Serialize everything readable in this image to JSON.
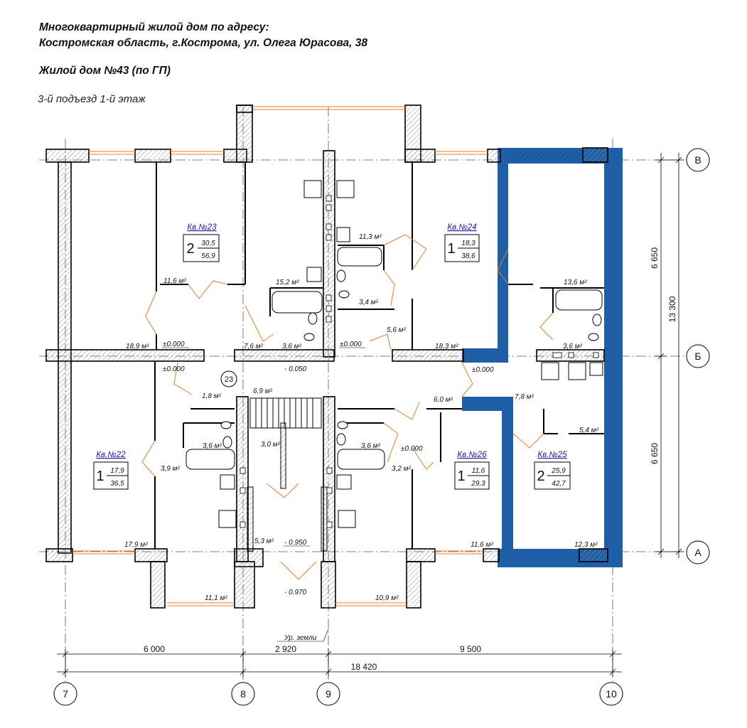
{
  "header": {
    "line1": "Многоквартирный жилой дом по адресу:",
    "line2": "Костромская область, г.Кострома, ул. Олега Юрасова, 38",
    "line3": "Жилой дом №43 (по ГП)",
    "floor": "3-й подъезд 1-й этаж"
  },
  "colors": {
    "highlight": "#1f5fa8",
    "wall_hatch": "#9a9a9a",
    "door": "#e87d2a",
    "apt_label": "#1a1aa6"
  },
  "apartments": [
    {
      "label": "Кв.№23",
      "rooms": "2",
      "living": "30,5",
      "total": "56,9"
    },
    {
      "label": "Кв.№24",
      "rooms": "1",
      "living": "18,3",
      "total": "38,6"
    },
    {
      "label": "Кв.№22",
      "rooms": "1",
      "living": "17,9",
      "total": "36,5"
    },
    {
      "label": "Кв.№26",
      "rooms": "1",
      "living": "11,6",
      "total": "29,3"
    },
    {
      "label": "Кв.№25",
      "rooms": "2",
      "living": "25,9",
      "total": "42,7"
    }
  ],
  "room_areas": [
    "11,6 м²",
    "15,2 м²",
    "11,3 м²",
    "3,4 м²",
    "13,6 м²",
    "18,9 м²",
    "7,6 м²",
    "3,6 м²",
    "5,6 м²",
    "18,3 м²",
    "3,6 м²",
    "1,8 м²",
    "6,9 м²",
    "6,0 м²",
    "7,8 м²",
    "3,6 м²",
    "3,0 м²",
    "3,6 м²",
    "5,4 м²",
    "3,9 м²",
    "3,2 м²",
    "17,9 м²",
    "5,3 м²",
    "11,6 м²",
    "12,3 м²",
    "11,1 м²",
    "10,9 м²"
  ],
  "levels": [
    "±0.000",
    "±0.000",
    "±0.000",
    "- 0.050",
    "±0.000",
    "±0.000",
    "- 0.950",
    "- 0.970"
  ],
  "ground_label": "Ур. земли",
  "entrance_number": "23",
  "dimensions": {
    "horizontal": [
      "6 000",
      "2 920",
      "9 500"
    ],
    "horizontal_total": "18 420",
    "vertical": [
      "6 650",
      "6 650"
    ],
    "vertical_total": "13 300"
  },
  "axes": {
    "rows": [
      "В",
      "Б",
      "А"
    ],
    "columns": [
      "7",
      "8",
      "9",
      "10"
    ]
  }
}
